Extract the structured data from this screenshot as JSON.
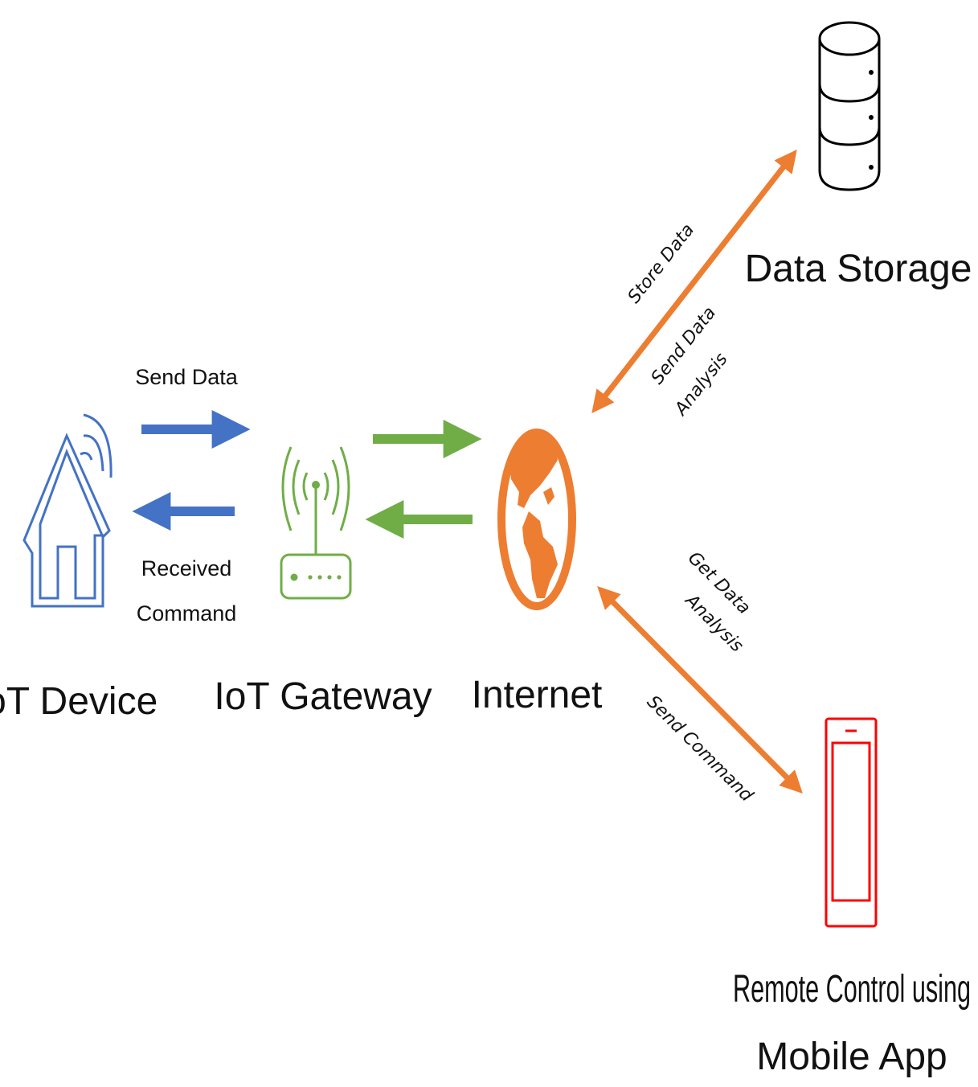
{
  "colors": {
    "device": "#4472C4",
    "gateway": "#70AD47",
    "internet": "#ED7D31",
    "storage": "#000000",
    "mobile": "#FF0000"
  },
  "nodes": {
    "iot_device": {
      "label": "IoT Device",
      "icon": "house-wifi-icon"
    },
    "iot_gateway": {
      "label": "IoT Gateway",
      "icon": "router-icon"
    },
    "internet": {
      "label": "Internet",
      "icon": "globe-icon"
    },
    "data_storage": {
      "label": "Data Storage",
      "icon": "database-icon"
    },
    "mobile_app": {
      "label_line1": "Remote Control using",
      "label_line2": "Mobile App",
      "icon": "smartphone-icon"
    }
  },
  "edges": {
    "device_to_gateway": {
      "label": "Send Data"
    },
    "gateway_to_device": {
      "label_line1": "Received",
      "label_line2": "Command"
    },
    "internet_storage_store": {
      "label": "Store Data"
    },
    "internet_storage_analysis": {
      "label_line1": "Send Data",
      "label_line2": "Analysis"
    },
    "internet_mobile_get": {
      "label_line1": "Get Data",
      "label_line2": "Analysis"
    },
    "internet_mobile_send": {
      "label": "Send Command"
    }
  }
}
